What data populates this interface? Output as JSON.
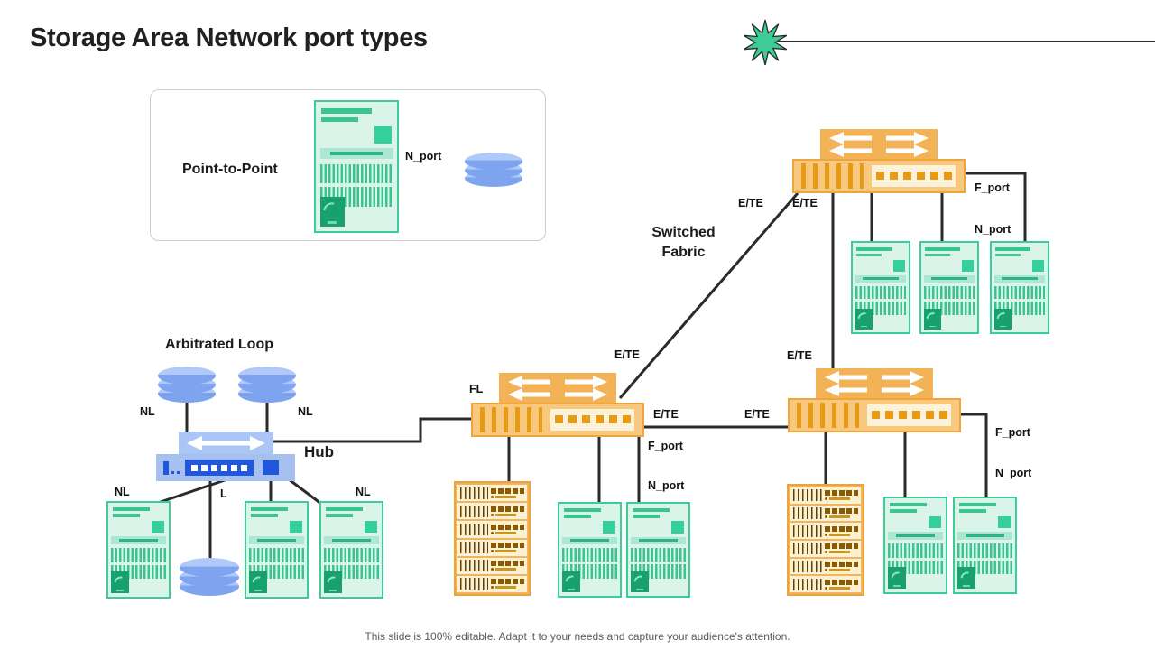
{
  "slide": {
    "title": "Storage Area Network port types",
    "footer": "This slide is 100% editable. Adapt it to your needs and capture your audience's attention."
  },
  "diagram": {
    "point_to_point": {
      "label": "Point-to-Point"
    },
    "arbitrated_loop": {
      "label": "Arbitrated Loop",
      "hub": "Hub"
    },
    "switched_fabric": {
      "label": "Switched Fabric"
    },
    "port_labels": {
      "n_port": "N_port",
      "f_port": "F_port",
      "ete": "E/TE",
      "nl": "NL",
      "l": "L",
      "fl": "FL"
    }
  },
  "icons": {
    "starburst": "starburst-icon",
    "server": "server-icon",
    "disk_stack": "disk-stack-icon",
    "switch": "switch-icon",
    "hub": "hub-icon",
    "rack": "rack-server-icon"
  },
  "colors": {
    "accent_green": "#3dcb97",
    "switch_orange": "#f3b255",
    "device_blue": "#7ea4f0",
    "hub_blue": "#2057dd",
    "wire": "#2b2b2b"
  }
}
